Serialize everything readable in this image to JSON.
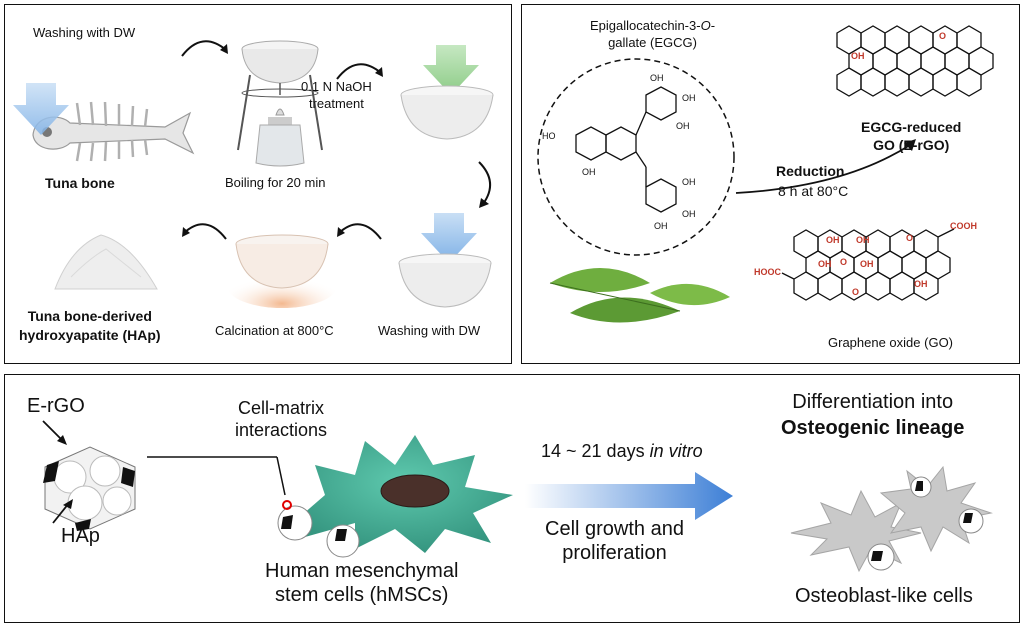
{
  "panel1": {
    "washing_1": "Washing with DW",
    "naoh_line1": "0.1 N NaOH",
    "naoh_line2": "treatment",
    "tuna_bone": "Tuna bone",
    "boiling": "Boiling for 20 min",
    "hap_line1": "Tuna bone-derived",
    "hap_line2": "hydroxyapatite (HAp)",
    "calcination": "Calcination at 800°C",
    "washing_2": "Washing with DW"
  },
  "panel2": {
    "egcg_line1": "Epigallocatechin-3-",
    "egcg_line1_italic": "O",
    "egcg_line1_end": "-",
    "egcg_line2": "gallate (EGCG)",
    "ergo_line1": "EGCG-reduced",
    "ergo_line2": "GO (E-rGO)",
    "reduction": "Reduction",
    "reduction_cond": "8 h at 80°C",
    "go_label": "Graphene oxide (GO)",
    "oh": "OH",
    "o": "O",
    "ho": "HO",
    "cooh": "COOH",
    "hooc": "HOOC"
  },
  "panel3": {
    "ergo": "E-rGO",
    "hap": "HAp",
    "cell_matrix_line1": "Cell-matrix",
    "cell_matrix_line2": "interactions",
    "days": "14 ~ 21 days ",
    "days_italic": "in vitro",
    "growth_line1": "Cell growth and",
    "growth_line2": "proliferation",
    "hmsc_line1": "Human mesenchymal",
    "hmsc_line2": "stem cells (hMSCs)",
    "diff_line1": "Differentiation into",
    "diff_line2": "Osteogenic lineage",
    "osteoblast": "Osteoblast-like cells"
  },
  "colors": {
    "teal": "#2aa88e",
    "oxygen_red": "#c0392b",
    "arrow_blue": "#3d7fd6",
    "down_arrow_blue": "#9cc3ea",
    "down_arrow_green": "#9fd39a",
    "calcination_orange": "#f3b88f"
  }
}
